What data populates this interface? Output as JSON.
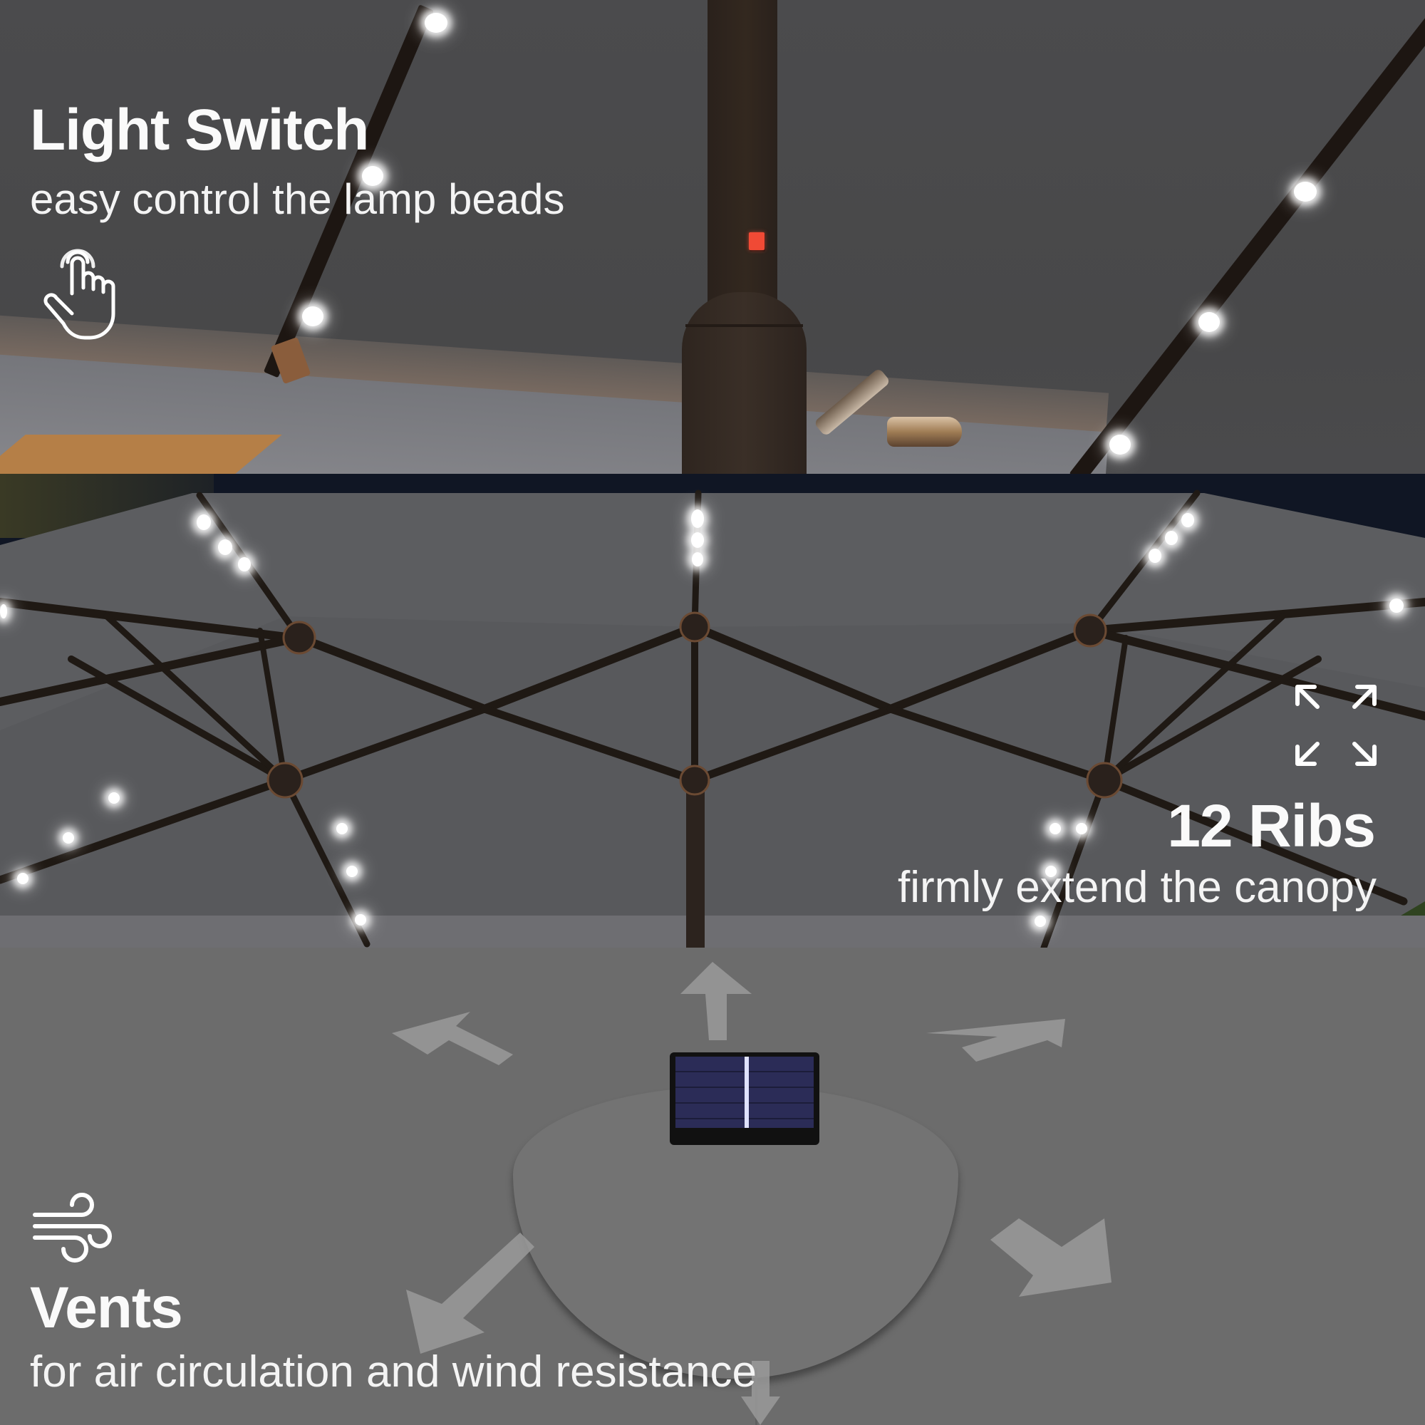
{
  "features": [
    {
      "id": "light-switch",
      "title": "Light Switch",
      "subtitle": "easy control the lamp beads",
      "icon": "tap-hand-icon"
    },
    {
      "id": "ribs",
      "title": "12 Ribs",
      "subtitle": "firmly extend the canopy",
      "icon": "expand-arrows-icon"
    },
    {
      "id": "vents",
      "title": "Vents",
      "subtitle": "for air circulation and wind resistance",
      "icon": "wind-icon"
    }
  ],
  "colors": {
    "canopy_dark": "#4a4a4c",
    "canopy_mid": "#5e5f62",
    "canopy_bottom": "#6c6c6c",
    "pole": "#2b221d",
    "switch_red": "#f04a35",
    "led_white": "#ffffff",
    "solar_panel": "#2a2d55",
    "night_sky": "#101624"
  }
}
